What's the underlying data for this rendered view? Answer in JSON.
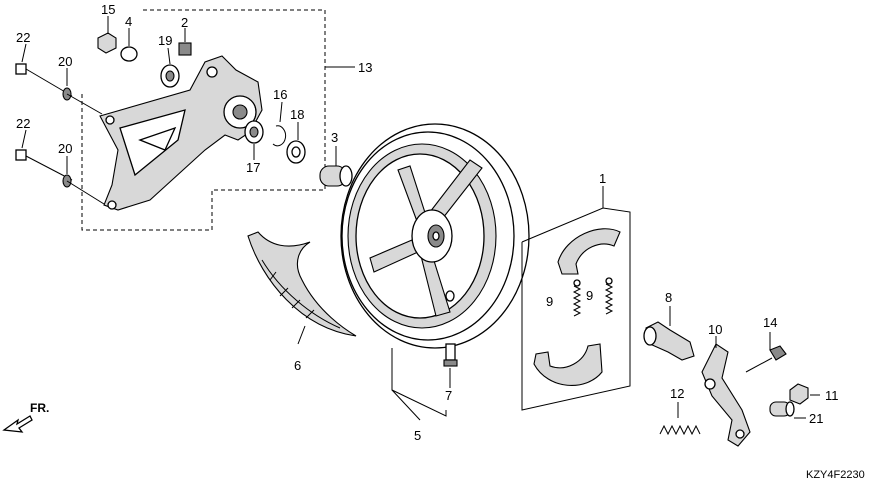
{
  "diagram_code": "KZY4F2230",
  "direction_label": "FR.",
  "callouts": {
    "c1": "1",
    "c2": "2",
    "c3": "3",
    "c4": "4",
    "c5": "5",
    "c6": "6",
    "c7": "7",
    "c8": "8",
    "c9a": "9",
    "c9b": "9",
    "c10": "10",
    "c11": "11",
    "c12": "12",
    "c13": "13",
    "c14": "14",
    "c15": "15",
    "c16": "16",
    "c17": "17",
    "c18": "18",
    "c19": "19",
    "c20a": "20",
    "c20b": "20",
    "c21": "21",
    "c22a": "22",
    "c22b": "22"
  }
}
